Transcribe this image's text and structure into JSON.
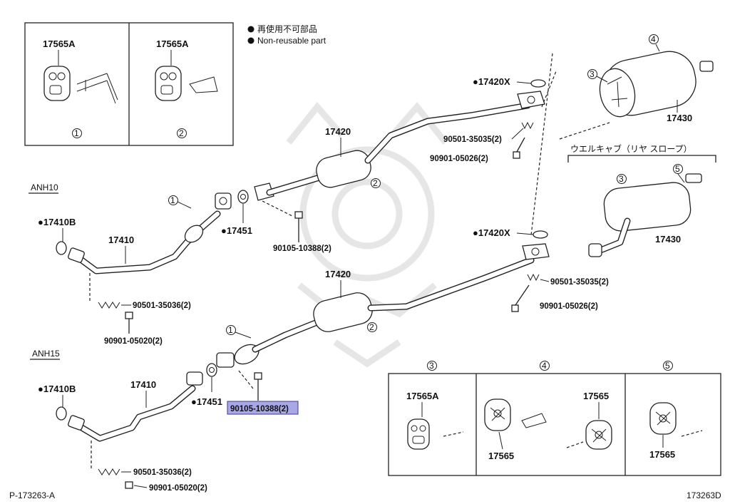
{
  "legend": {
    "line_jp": "再使用不可部品",
    "line_en": "Non-reusable part"
  },
  "variants": {
    "top": "ANH10",
    "bottom": "ANH15"
  },
  "option_header": "ウエルキャブ（リヤ スロープ）",
  "callouts": [
    "1",
    "2",
    "3",
    "4",
    "5"
  ],
  "parts": {
    "hanger_a": "17565A",
    "hanger": "17565",
    "gasket_front": "●17410B",
    "front_pipe": "17410",
    "gasket_mid": "●17451",
    "center_pipe": "17420",
    "gasket_tail": "●17420X",
    "tail_pipe": "17430",
    "spring_front": "90501-35036(2)",
    "bolt_front": "90901-05020(2)",
    "bolt_mid": "90105-10388(2)",
    "spring_tail": "90501-35035(2)",
    "bolt_tail": "90901-05026(2)"
  },
  "footer": {
    "left": "P-173263-A",
    "right": "173263D"
  },
  "colors": {
    "highlight": "#a8a8e6",
    "line": "#222222"
  }
}
